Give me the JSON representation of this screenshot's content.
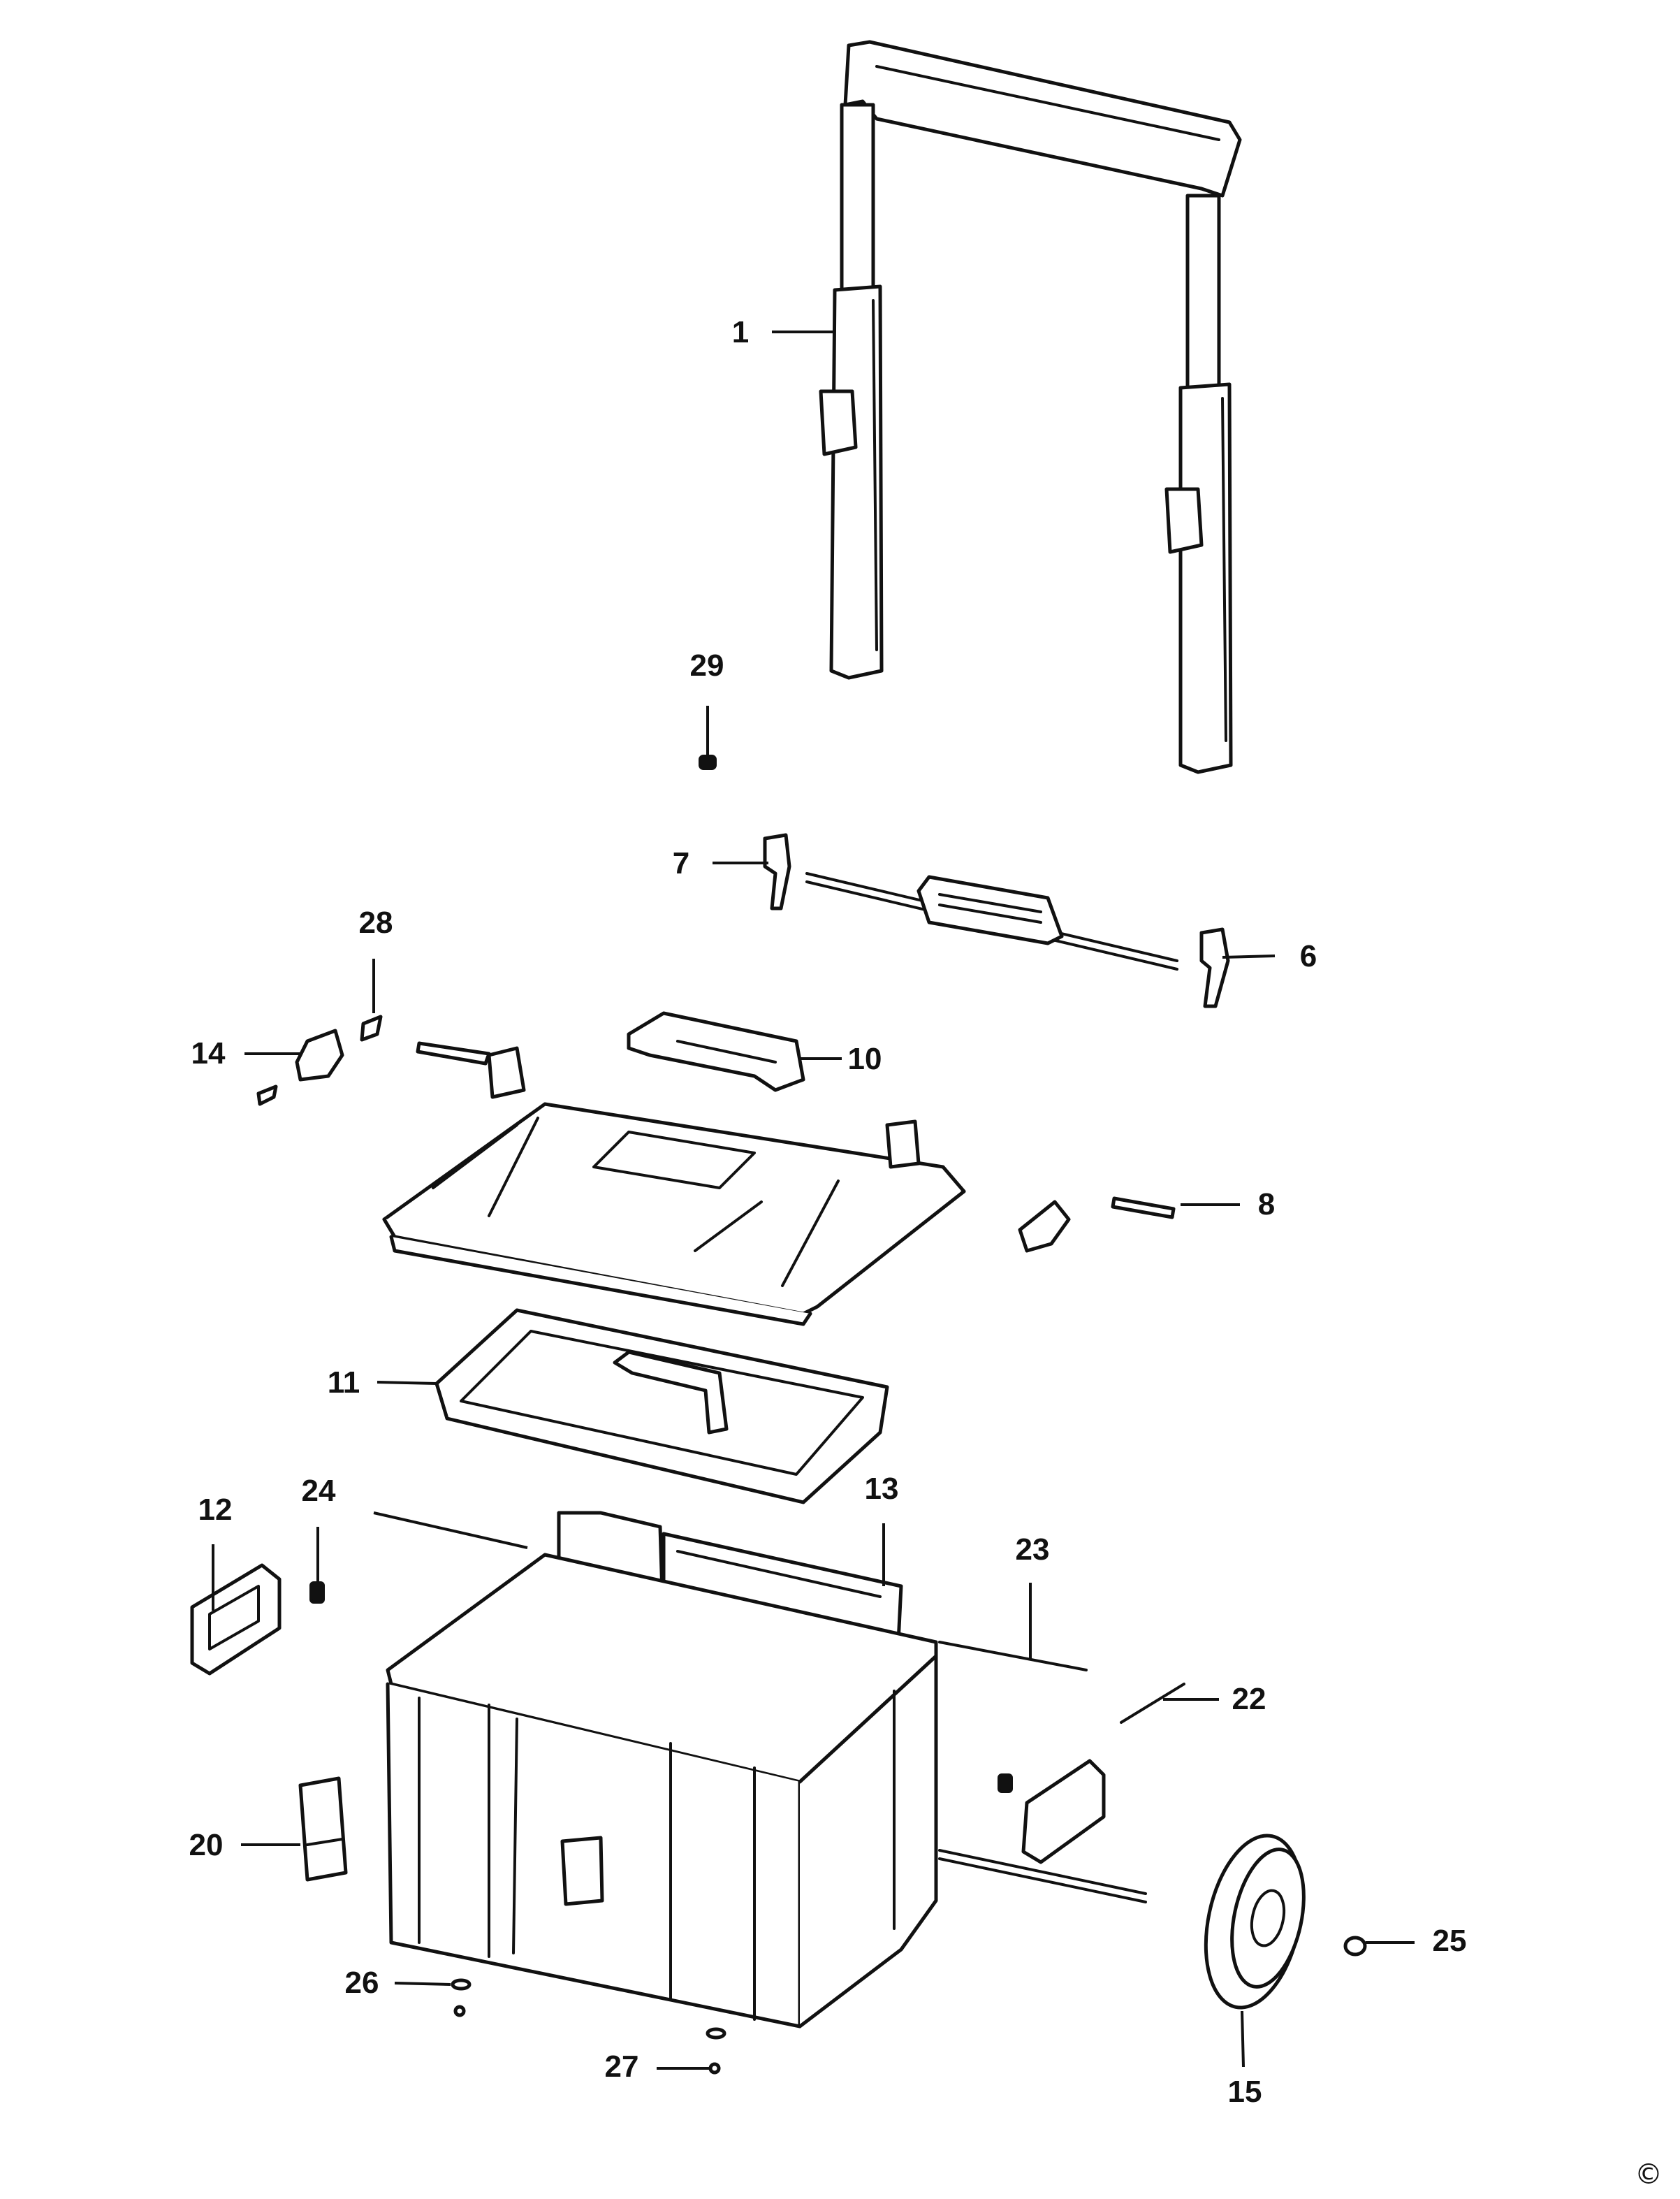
{
  "callouts": {
    "c1": "1",
    "c6": "6",
    "c7": "7",
    "c8": "8",
    "c10": "10",
    "c11": "11",
    "c12": "12",
    "c13": "13",
    "c14": "14",
    "c15": "15",
    "c20": "20",
    "c22": "22",
    "c23": "23",
    "c24": "24",
    "c25": "25",
    "c26": "26",
    "c27": "27",
    "c28": "28",
    "c29": "29"
  },
  "copyright": "©",
  "colors": {
    "ink": "#111111",
    "paper": "#ffffff"
  }
}
